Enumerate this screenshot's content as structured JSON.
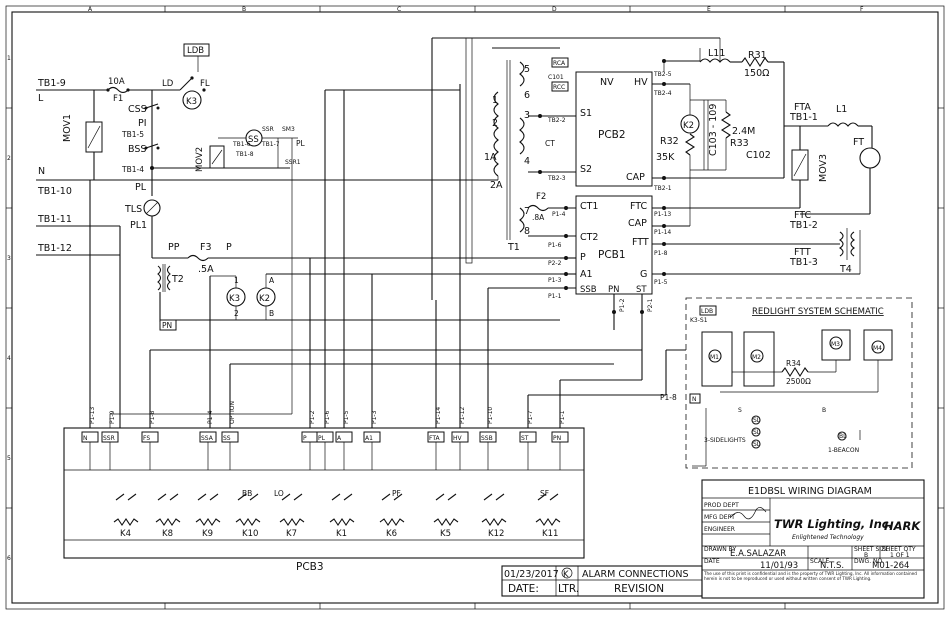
{
  "border": {
    "columns": [
      "A",
      "B",
      "C",
      "D",
      "E",
      "F"
    ],
    "rows": [
      "1",
      "2",
      "3",
      "4",
      "5",
      "6"
    ]
  },
  "terminals": {
    "tb1_9": "TB1-9",
    "l": "L",
    "n": "N",
    "tb1_10": "TB1-10",
    "tb1_11": "TB1-11",
    "tb1_12": "TB1-12"
  },
  "left_components": {
    "f1_rating": "10A",
    "f1": "F1",
    "mov1": "MOV1",
    "ld": "LD",
    "fl": "FL",
    "ldb": "LDB",
    "k3": "K3",
    "css": "CSS",
    "pi": "PI",
    "tb1_5": "TB1-5",
    "bss": "BSS",
    "tb1_4": "TB1-4",
    "mov2": "MOV2",
    "tb1_6": "TB1-6",
    "tb1_8": "TB1-8",
    "tb1_7": "TB1-7",
    "ss": "SS",
    "ssr": "SSR",
    "sm3": "SM3",
    "ssr1": "SSR1",
    "pl_small": "PL",
    "pl": "PL",
    "tls": "TLS",
    "pl1": "PL1",
    "pp": "PP",
    "f3": "F3",
    "p": "P",
    "f3_rating": ".5A",
    "t2": "T2",
    "k3b": "K3",
    "k2": "K2",
    "a": "A",
    "b": "B",
    "one": "1",
    "two": "2",
    "pn": "PN"
  },
  "pcb2": {
    "label": "PCB2",
    "nv": "NV",
    "hv": "HV",
    "s1": "S1",
    "s2": "S2",
    "ct": "CT",
    "cap": "CAP",
    "rca": "RCA",
    "rcc": "RCC",
    "c101": "C101",
    "k2": "K2",
    "r32": "R32",
    "r32_val": "35K",
    "c103": "C103 - 109",
    "r33": "R33",
    "r33_val": "2.4M",
    "c102": "C102",
    "tb2_5": "TB2-5",
    "tb2_4": "TB2-4",
    "tb2_2": "TB2-2",
    "tb2_3": "TB2-3",
    "tb2_1": "TB2-1",
    "l11": "L11",
    "r31": "R31",
    "r31_val": "150Ω"
  },
  "t1": {
    "label": "T1",
    "taps": [
      "1",
      "2",
      "3",
      "4",
      "5",
      "6",
      "7",
      "8",
      "1A",
      "2A"
    ]
  },
  "pcb1": {
    "label": "PCB1",
    "ct1": "CT1",
    "ct2": "CT2",
    "p": "P",
    "a1": "A1",
    "ssb": "SSB",
    "pn": "PN",
    "st": "ST",
    "ftc": "FTC",
    "cap": "CAP",
    "ftt": "FTT",
    "g": "G",
    "f2": "F2",
    "f2_rating": ".8A",
    "p1_4": "P1-4",
    "p1_6": "P1-6",
    "p2_2": "P2-2",
    "p1_3": "P1-3",
    "p1_1": "P1-1",
    "p1_13": "P1-13",
    "p1_14": "P1-14",
    "p1_8": "P1-8",
    "p1_5": "P1-5",
    "p1_2": "P1-2",
    "p2_1": "P2-1"
  },
  "right_components": {
    "fta": "FTA",
    "tb1_1": "TB1-1",
    "l1": "L1",
    "mov3": "MOV3",
    "ft": "FT",
    "ftc": "FTC",
    "tb1_2": "TB1-2",
    "ftt": "FTT",
    "tb1_3": "TB1-3",
    "t4": "T4"
  },
  "redlight": {
    "title": "REDLIGHT SYSTEM SCHEMATIC",
    "ldb": "LDB",
    "k3_s1": "K3-S1",
    "m1": "M1",
    "m2": "M2",
    "m3": "M3",
    "m4": "M4",
    "r34": "R34",
    "r34_val": "2500Ω",
    "s": "S",
    "b": "B",
    "sidelights": "3-SIDELIGHTS",
    "beacon": "1-BEACON",
    "p1_8": "P1-8",
    "n": "N",
    "lamps": [
      "SL",
      "SL",
      "SL",
      "BL"
    ]
  },
  "pcb3": {
    "label": "PCB3",
    "pins": [
      {
        "pin": "P1-13",
        "label": "N"
      },
      {
        "pin": "P1-9",
        "label": "SSR"
      },
      {
        "pin": "P1-8",
        "label": "FS"
      },
      {
        "pin": "P1-4",
        "label": "SSA"
      },
      {
        "pin": "OPTION",
        "label": "SS"
      },
      {
        "pin": "P1-2",
        "label": "P"
      },
      {
        "pin": "P1-6",
        "label": "PL"
      },
      {
        "pin": "P1-5",
        "label": "A"
      },
      {
        "pin": "P1-3",
        "label": "A1"
      },
      {
        "pin": "P1-14",
        "label": "FTA"
      },
      {
        "pin": "P1-12",
        "label": "HV"
      },
      {
        "pin": "P1-10",
        "label": "SSB"
      },
      {
        "pin": "P1-7",
        "label": "ST"
      },
      {
        "pin": "P1-1",
        "label": "PN"
      }
    ],
    "relays": [
      "K4",
      "K8",
      "K9",
      "K10",
      "K7",
      "K1",
      "K6",
      "K5",
      "K12",
      "K11"
    ],
    "switch_groups": [
      "BB",
      "LO",
      "PF",
      "SF"
    ]
  },
  "title_block": {
    "title": "E1DBSL WIRING DIAGRAM",
    "prod_dept": "PROD DEPT",
    "mfg_dept": "MFG DEPT",
    "engineer": "ENGINEER",
    "company": "TWR Lighting, Inc.",
    "tagline": "Enlightened Technology",
    "brand": "HARK",
    "drawn_by_label": "DRAWN BY",
    "drawn_by": "E.A.SALAZAR",
    "date_label": "DATE",
    "date": "11/01/93",
    "scale_label": "SCALE",
    "scale": "N.T.S.",
    "sheet_size_label": "SHEET SIZE",
    "sheet_size": "B",
    "sheet_qty_label": "SHEET QTY",
    "sheet_qty": "1 OF 1",
    "dwg_no_label": "DWG. NO.",
    "dwg_no": "M01-264",
    "notice": "The use of this print is confidential and is the property of TWR Lighting, Inc. All information contained herein is not to be reproduced or used without written consent of TWR Lighting."
  },
  "revision": {
    "date": "01/23/2017",
    "letter": "K",
    "description": "ALARM CONNECTIONS",
    "h_date": "DATE:",
    "h_ltr": "LTR.",
    "h_revision": "REVISION"
  }
}
